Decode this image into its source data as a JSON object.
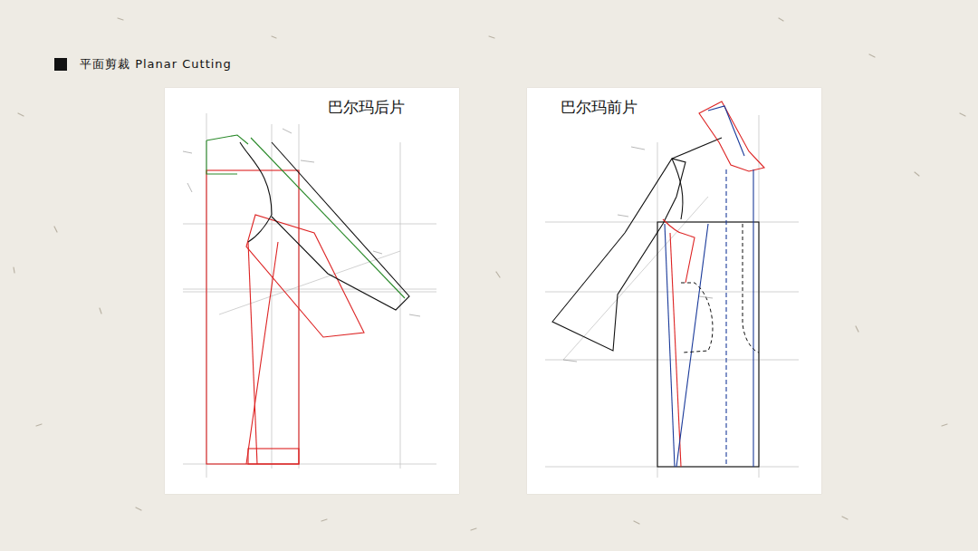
{
  "diagram": {
    "title": "平面剪裁 Planar Cutting",
    "nodes": [
      {
        "text": [
          "巴尔玛后片"
        ]
      },
      {
        "text": [
          "巴尔玛前片"
        ]
      }
    ]
  }
}
